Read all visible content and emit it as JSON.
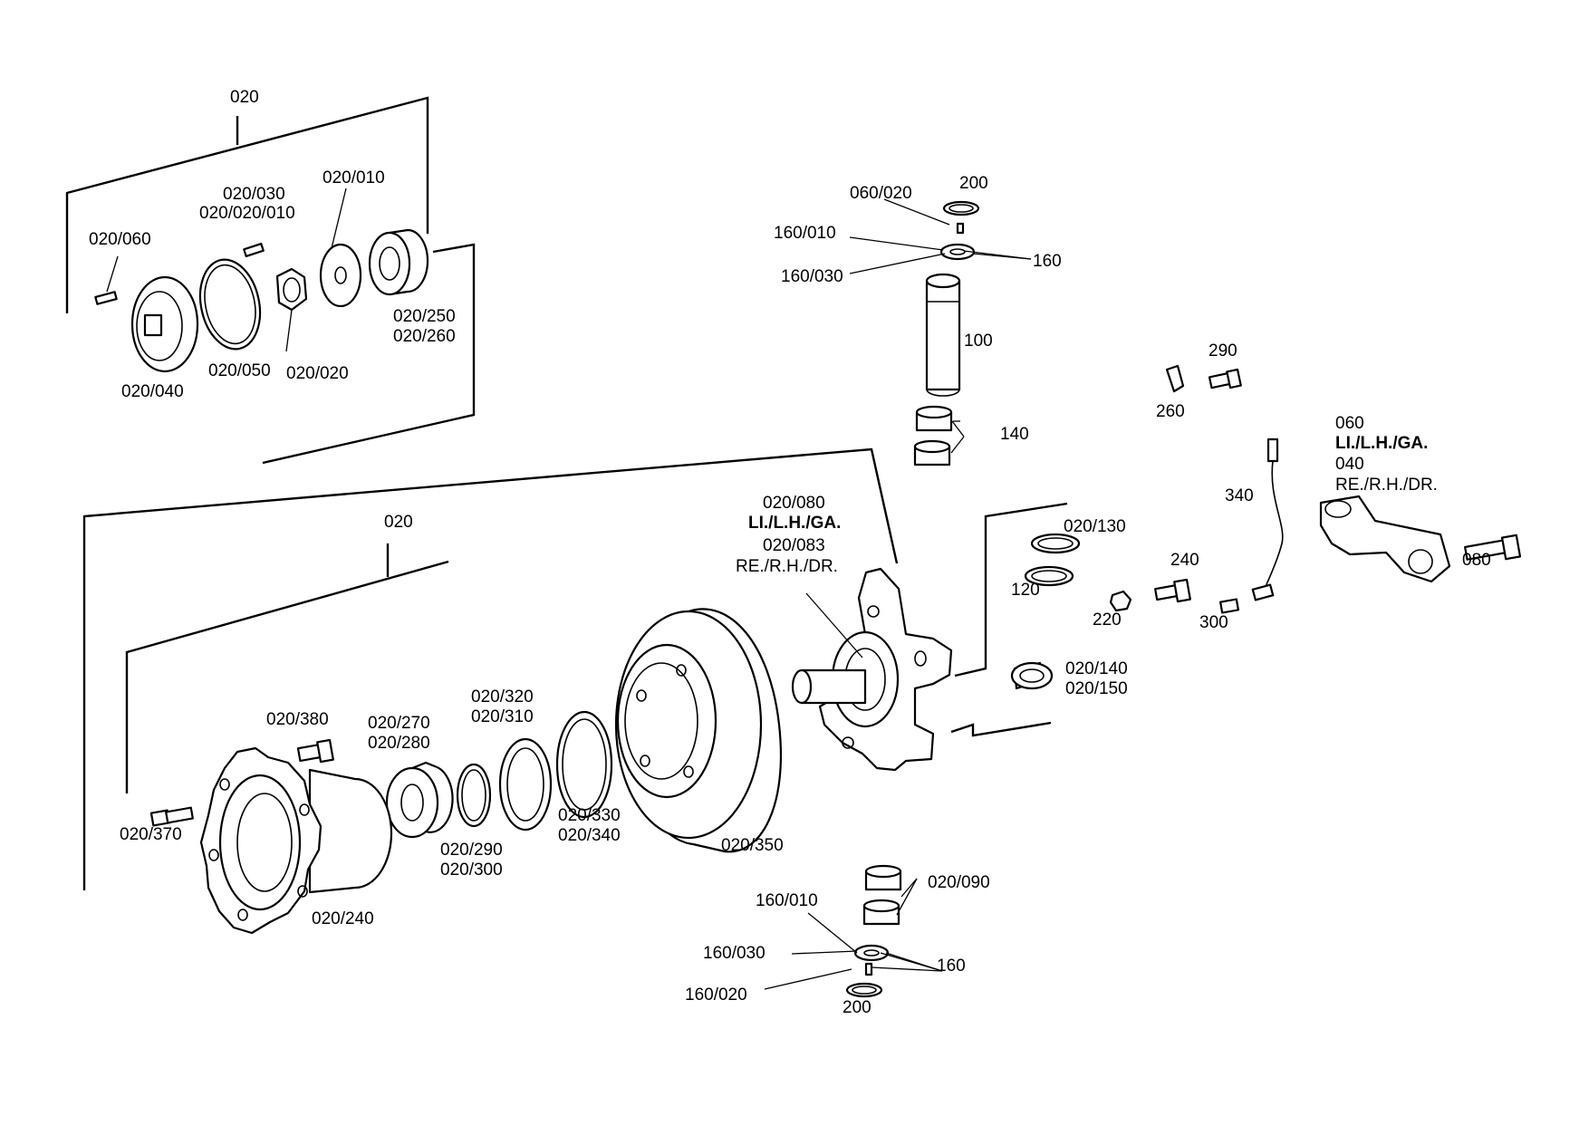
{
  "labels": {
    "asm_020_top": "020",
    "p_020_060": "020/060",
    "p_020_030": "020/030",
    "p_020_020_010": "020/020/010",
    "p_020_010": "020/010",
    "p_020_250": "020/250",
    "p_020_260": "020/260",
    "p_020_040": "020/040",
    "p_020_050": "020/050",
    "p_020_020": "020/020",
    "p_060_020": "060/020",
    "p_200_top": "200",
    "p_160_010_top": "160/010",
    "p_160_top": "160",
    "p_160_030_top": "160/030",
    "p_100": "100",
    "p_140": "140",
    "p_290": "290",
    "p_260": "260",
    "p_060": "060",
    "p_li_lh_ga_a": "LI./L.H./GA.",
    "p_040": "040",
    "p_re_rh_dr_a": "RE./R.H./DR.",
    "p_340": "340",
    "p_020_080": "020/080",
    "p_li_lh_ga_b": "LI./L.H./GA.",
    "p_020_083": "020/083",
    "p_re_rh_dr_b": "RE./R.H./DR.",
    "asm_020_main": "020",
    "p_020_130": "020/130",
    "p_120": "120",
    "p_240": "240",
    "p_220": "220",
    "p_300": "300",
    "p_080": "080",
    "p_020_140": "020/140",
    "p_020_150": "020/150",
    "p_020_320": "020/320",
    "p_020_310": "020/310",
    "p_020_270": "020/270",
    "p_020_280": "020/280",
    "p_020_380": "020/380",
    "p_020_370": "020/370",
    "p_020_290": "020/290",
    "p_020_300": "020/300",
    "p_020_330": "020/330",
    "p_020_340": "020/340",
    "p_020_350": "020/350",
    "p_020_240": "020/240",
    "p_020_090": "020/090",
    "p_160_010_bot": "160/010",
    "p_160_030_bot": "160/030",
    "p_160_bot": "160",
    "p_160_020": "160/020",
    "p_200_bot": "200"
  }
}
